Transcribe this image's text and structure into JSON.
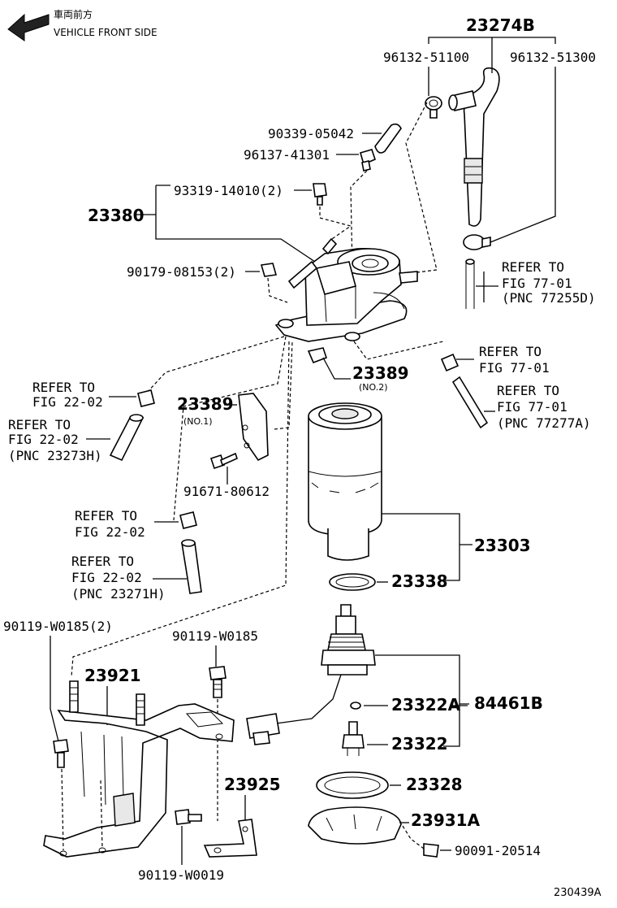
{
  "header": {
    "jp_label": "車両前方",
    "en_label": "VEHICLE FRONT SIDE"
  },
  "footer": {
    "illustration_id": "230439A"
  },
  "labels": {
    "p23274B": "23274B",
    "p96132_51100": "96132-51100",
    "p96132_51300": "96132-51300",
    "p90339_05042": "90339-05042",
    "p96137_41301": "96137-41301",
    "p93319_14010": "93319-14010(2)",
    "p23380": "23380",
    "p90179_08153": "90179-08153(2)",
    "ref_77255D_1": "REFER TO",
    "ref_77255D_2": "FIG 77-01",
    "ref_77255D_3": "(PNC 77255D)",
    "ref_fig7701_1": "REFER TO",
    "ref_fig7701_2": "FIG 77-01",
    "p23389_no2": "23389",
    "p23389_no2_sub": "(NO.2)",
    "ref_77277A_1": "REFER TO",
    "ref_77277A_2": "FIG 77-01",
    "ref_77277A_3": "(PNC 77277A)",
    "ref_fig2202a_1": "REFER TO",
    "ref_fig2202a_2": "FIG 22-02",
    "ref_23273H_1": "REFER TO",
    "ref_23273H_2": "FIG 22-02",
    "ref_23273H_3": "(PNC 23273H)",
    "p23389_no1": "23389",
    "p23389_no1_sub": "(NO.1)",
    "p91671_80612": "91671-80612",
    "ref_fig2202b_1": "REFER TO",
    "ref_fig2202b_2": "FIG 22-02",
    "ref_23271H_1": "REFER TO",
    "ref_23271H_2": "FIG 22-02",
    "ref_23271H_3": "(PNC 23271H)",
    "p23303": "23303",
    "p23338": "23338",
    "p90119_W0185_2": "90119-W0185(2)",
    "p90119_W0185": "90119-W0185",
    "p23921": "23921",
    "p23322A": "23322A",
    "p84461B": "84461B",
    "p23322": "23322",
    "p23925": "23925",
    "p23328": "23328",
    "p23931A": "23931A",
    "p90091_20514": "90091-20514",
    "p90119_W0019": "90119-W0019"
  }
}
